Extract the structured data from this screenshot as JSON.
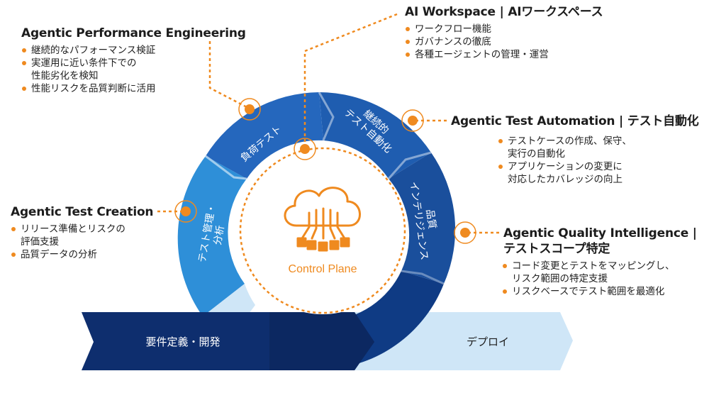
{
  "center": {
    "label": "Control Plane",
    "icon": "cloud-network-icon"
  },
  "ring_segments": [
    {
      "id": "load-test",
      "label": "負荷テスト"
    },
    {
      "id": "continuous-test-automation",
      "label": "継続的\nテスト自動化"
    },
    {
      "id": "quality-intelligence",
      "label": "品質\nインテリジェンス"
    },
    {
      "id": "test-management-analysis",
      "label": "テスト管理・\n分析"
    }
  ],
  "bottom_arrows": {
    "left": "要件定義・開発",
    "right": "デプロイ"
  },
  "callouts": {
    "performance": {
      "title": "Agentic Performance Engineering",
      "bullets": [
        [
          "継続的なパフォーマンス検証"
        ],
        [
          "実運用に近い条件下での",
          "性能劣化を検知"
        ],
        [
          "性能リスクを品質判断に活用"
        ]
      ]
    },
    "workspace": {
      "title": "AI Workspace | AIワークスペース",
      "bullets": [
        [
          "ワークフロー機能"
        ],
        [
          "ガバナンスの徹底"
        ],
        [
          "各種エージェントの管理・運営"
        ]
      ]
    },
    "automation": {
      "title": "Agentic Test Automation | テスト自動化",
      "bullets": [
        [
          "テストケースの作成、保守、",
          "実行の自動化"
        ],
        [
          "アプリケーションの変更に",
          "対応したカバレッジの向上"
        ]
      ]
    },
    "creation": {
      "title": "Agentic Test Creation",
      "bullets": [
        [
          "リリース準備とリスクの",
          "評価支援"
        ],
        [
          "品質データの分析"
        ]
      ]
    },
    "intelligence": {
      "title": "Agentic Quality Intelligence |",
      "title_line2": "テストスコープ特定",
      "bullets": [
        [
          "コード変更とテストをマッピングし、",
          "リスク範囲の特定支援"
        ],
        [
          "リスクベースでテスト範囲を最適化"
        ]
      ]
    }
  },
  "colors": {
    "accent": "#ef8a1f",
    "navy": "#0e2e6e",
    "blue_dark": "#1a4f9c",
    "blue_mid": "#2567bd",
    "blue_light": "#2e8fd8",
    "blue_pale": "#cfe6f7"
  }
}
